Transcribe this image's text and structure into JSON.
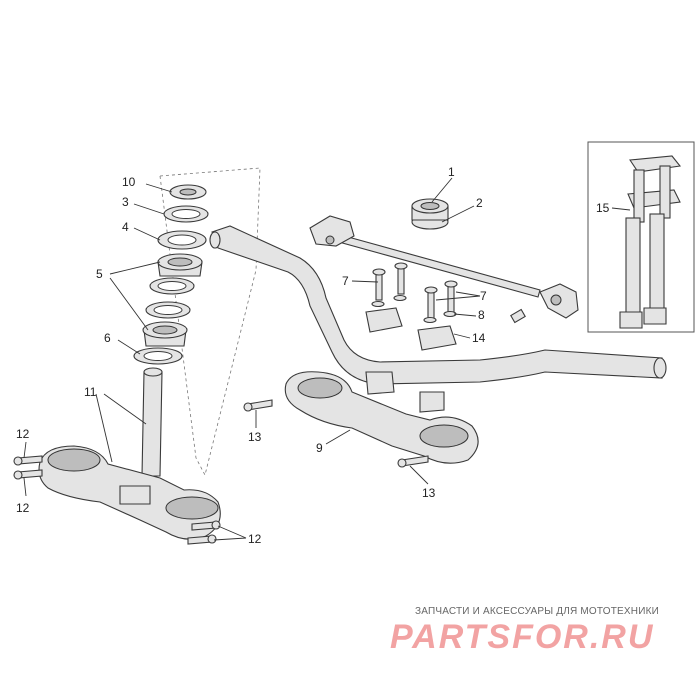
{
  "labels": {
    "p1": "1",
    "p2": "2",
    "p3": "3",
    "p4": "4",
    "p5": "5",
    "p6": "6",
    "p7a": "7",
    "p7b": "7",
    "p8": "8",
    "p9": "9",
    "p10": "10",
    "p11": "11",
    "p12a": "12",
    "p12b": "12",
    "p12c": "12",
    "p13a": "13",
    "p13b": "13",
    "p14": "14",
    "p15": "15"
  },
  "watermark": {
    "tagline": "ЗАПЧАСТИ И АКСЕССУАРЫ ДЛЯ МОТОТЕХНИКИ",
    "logo": "PARTSFOR.RU",
    "logo_color": "#f2a3a3"
  }
}
